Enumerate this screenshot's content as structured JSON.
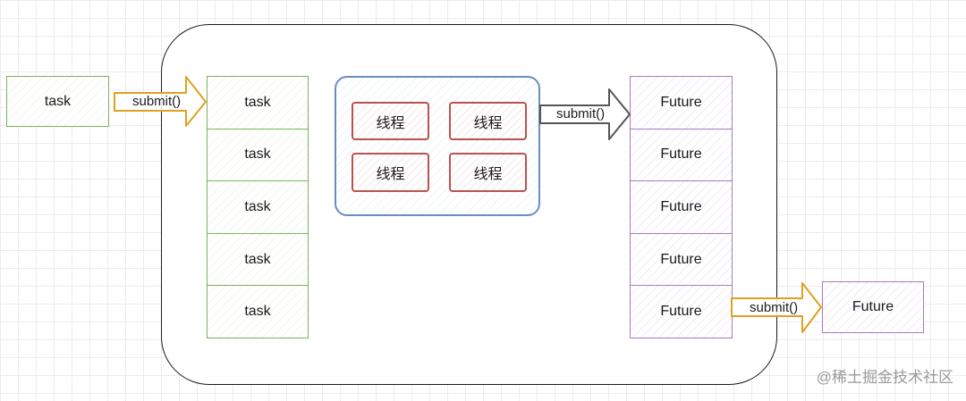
{
  "input_task": {
    "label": "task"
  },
  "queue": {
    "items": [
      "task",
      "task",
      "task",
      "task",
      "task"
    ]
  },
  "threads": {
    "items": [
      "线程",
      "线程",
      "线程",
      "线程"
    ]
  },
  "futures": {
    "items": [
      "Future",
      "Future",
      "Future",
      "Future",
      "Future"
    ]
  },
  "output_future": {
    "label": "Future"
  },
  "arrows": {
    "submit_in": "submit()",
    "submit_mid": "submit()",
    "submit_out": "submit()"
  },
  "watermark": "@稀土掘金技术社区",
  "colors": {
    "task_border": "#7ab35a",
    "future_border": "#a37cc0",
    "thread_border": "#b85450",
    "thread_box_border": "#6c8ebf",
    "arrow_orange": "#e0a020",
    "arrow_gray": "#555555"
  }
}
